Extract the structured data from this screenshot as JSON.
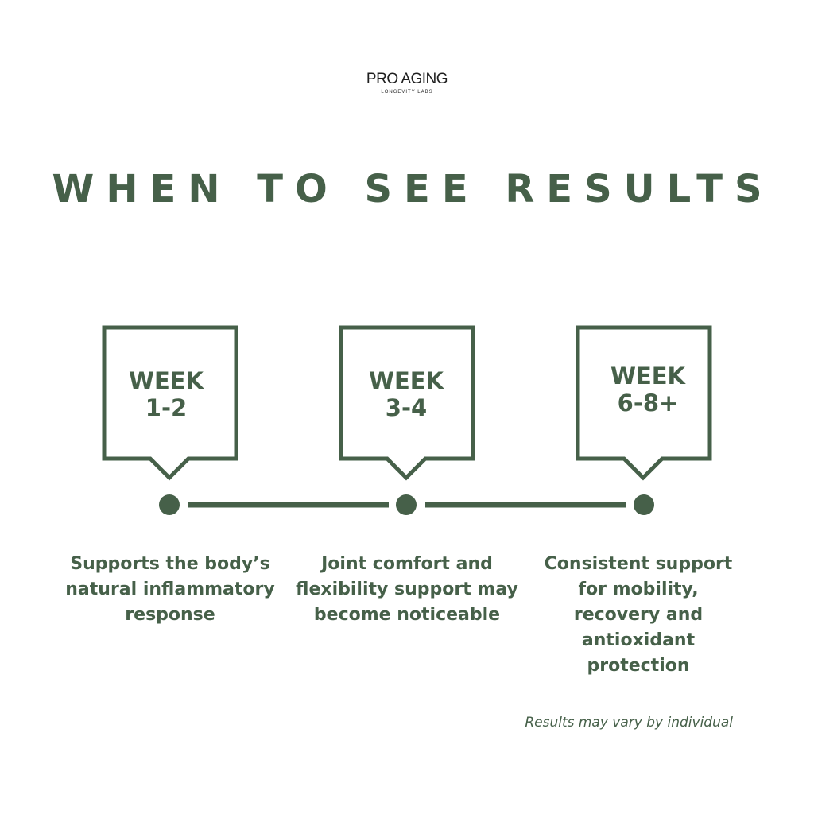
{
  "brand": {
    "name": "PRO AGING",
    "tagline": "LONGEVITY LABS"
  },
  "heading": "WHEN TO SEE RESULTS",
  "colors": {
    "primary": "#466049",
    "background": "#ffffff",
    "logo": "#1f1f1f"
  },
  "timeline": [
    {
      "week_line1": "WEEK",
      "week_line2": "1-2",
      "description": "Supports the body’s natural inflammatory response"
    },
    {
      "week_line1": "WEEK",
      "week_line2": "3-4",
      "description": "Joint comfort and flexibility support may become noticeable"
    },
    {
      "week_line1": "WEEK",
      "week_line2": "6-8+",
      "description": "Consistent support for mobility, recovery and antioxidant protection"
    }
  ],
  "footnote": "Results may vary by individual"
}
